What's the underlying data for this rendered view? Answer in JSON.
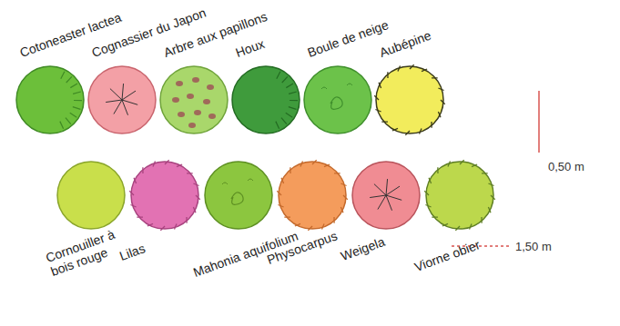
{
  "diagram": {
    "nodes": [
      {
        "text": [
          "Cotoneaster lactea"
        ]
      },
      {
        "text": [
          "Cognassier du Japon"
        ]
      },
      {
        "text": [
          "Arbre aux papillons"
        ]
      },
      {
        "text": [
          "Houx"
        ]
      },
      {
        "text": [
          "Boule de neige"
        ]
      },
      {
        "text": [
          "Aubépine"
        ]
      },
      {
        "text": [
          "Cornouiller à bois rouge"
        ]
      },
      {
        "text": [
          "Lilas"
        ]
      },
      {
        "text": [
          "Mahonia aquifolium"
        ]
      },
      {
        "text": [
          "Physocarpus"
        ]
      },
      {
        "text": [
          "Weigela"
        ]
      },
      {
        "text": [
          "Viorne obier"
        ]
      }
    ],
    "labels": [
      "0,50 m",
      "1,50 m"
    ]
  }
}
